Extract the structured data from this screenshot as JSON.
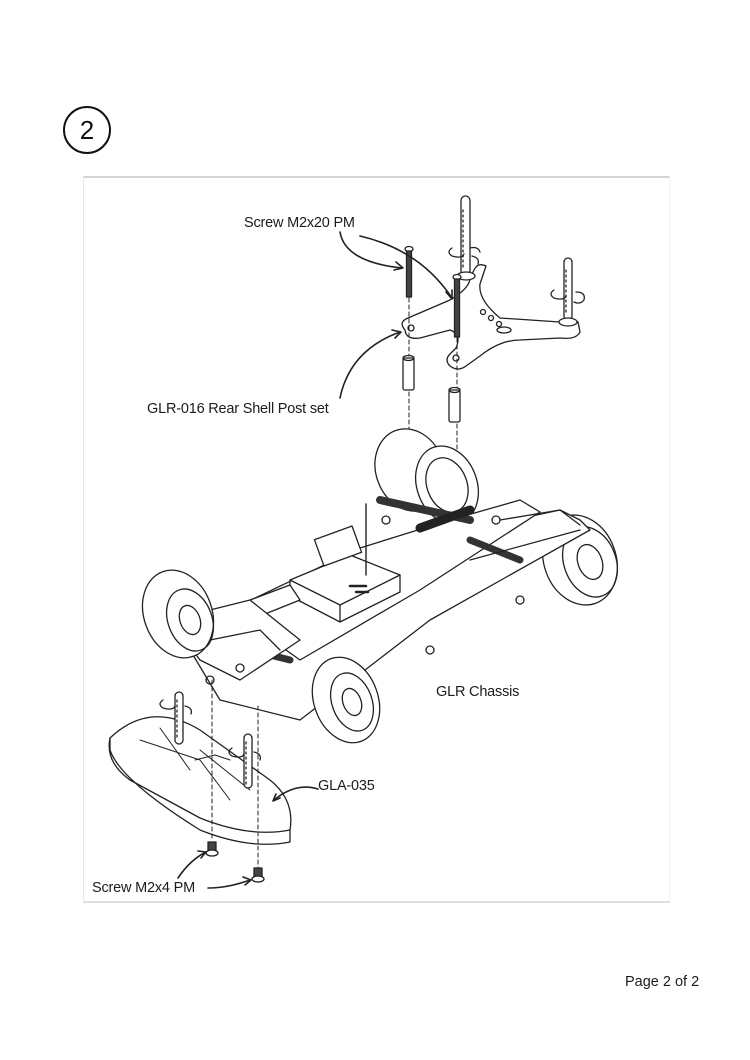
{
  "step": {
    "number": "2"
  },
  "callouts": {
    "screw_long": "Screw M2x20 PM",
    "rear_shell_post": "GLR-016 Rear Shell Post set",
    "chassis": "GLR Chassis",
    "front_bumper": "GLA-035",
    "screw_short": "Screw M2x4 PM"
  },
  "footer": {
    "page_indicator": "Page 2 of 2"
  }
}
